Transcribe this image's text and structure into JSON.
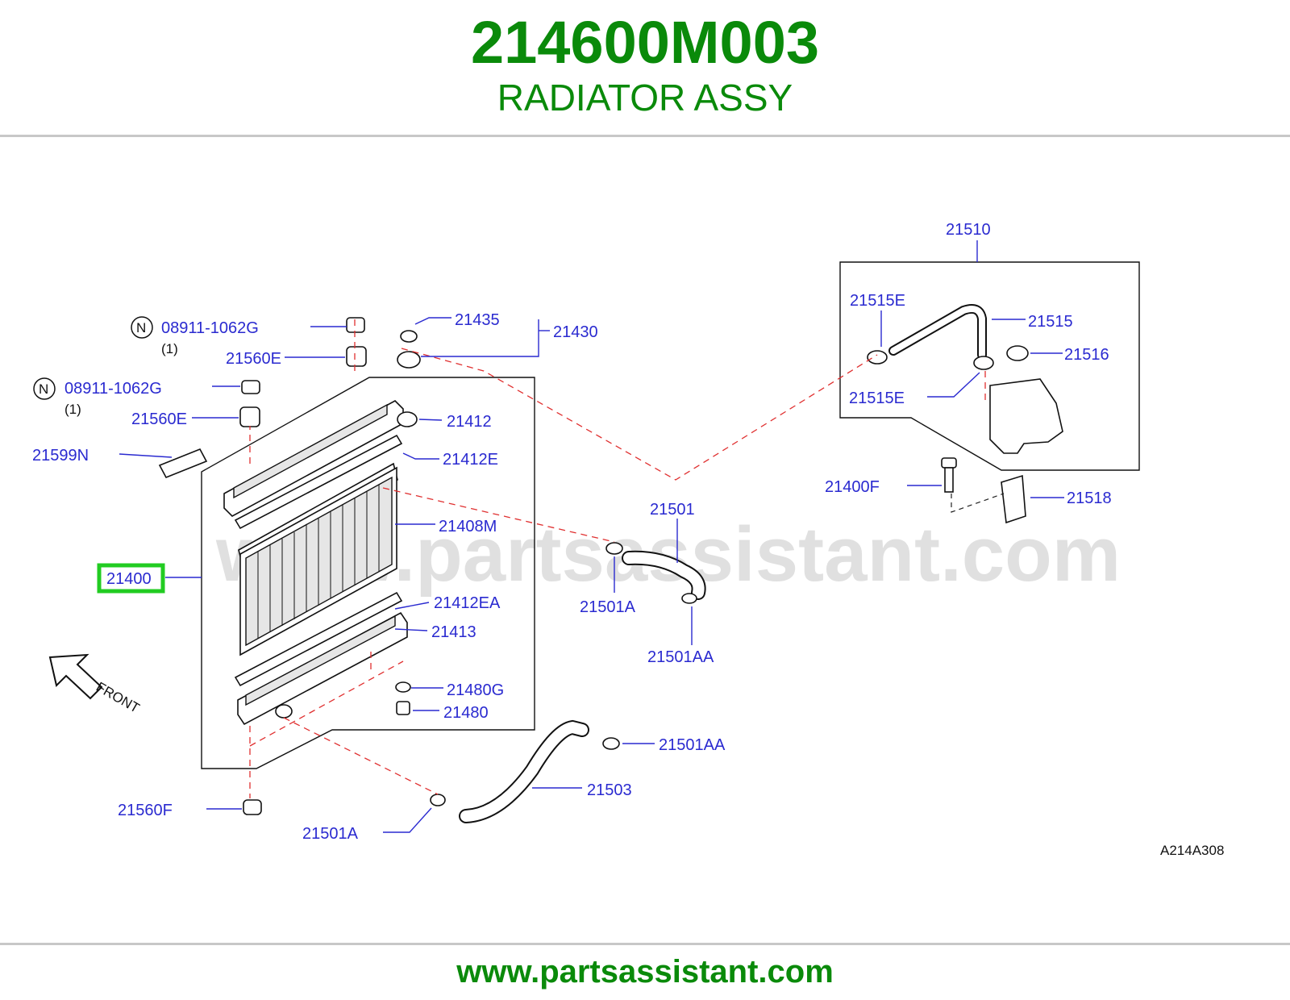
{
  "header": {
    "part_number": "214600M003",
    "part_name": "RADIATOR ASSY"
  },
  "footer": {
    "url": "www.partsassistant.com"
  },
  "watermark": "www.partsassistant.com",
  "diagram_code": "A214A308",
  "front_label": "FRONT",
  "highlight_color": "#22cc22",
  "labels": {
    "p21510": "21510",
    "p21515E_a": "21515E",
    "p21515": "21515",
    "p21516": "21516",
    "p21515E_b": "21515E",
    "p21400F": "21400F",
    "p21518": "21518",
    "n_symbol_1": "N",
    "p08911_1": "08911-1062G",
    "qty_1": "(1)",
    "p21560E_1": "21560E",
    "n_symbol_2": "N",
    "p08911_2": "08911-1062G",
    "qty_2": "(1)",
    "p21560E_2": "21560E",
    "p21599N": "21599N",
    "p21435": "21435",
    "p21430": "21430",
    "p21412": "21412",
    "p21412E": "21412E",
    "p21408M": "21408M",
    "p21400": "21400",
    "p21412EA": "21412EA",
    "p21413": "21413",
    "p21480G": "21480G",
    "p21480": "21480",
    "p21501": "21501",
    "p21501A_1": "21501A",
    "p21501AA_1": "21501AA",
    "p21501AA_2": "21501AA",
    "p21503": "21503",
    "p21560F": "21560F",
    "p21501A_2": "21501A"
  }
}
